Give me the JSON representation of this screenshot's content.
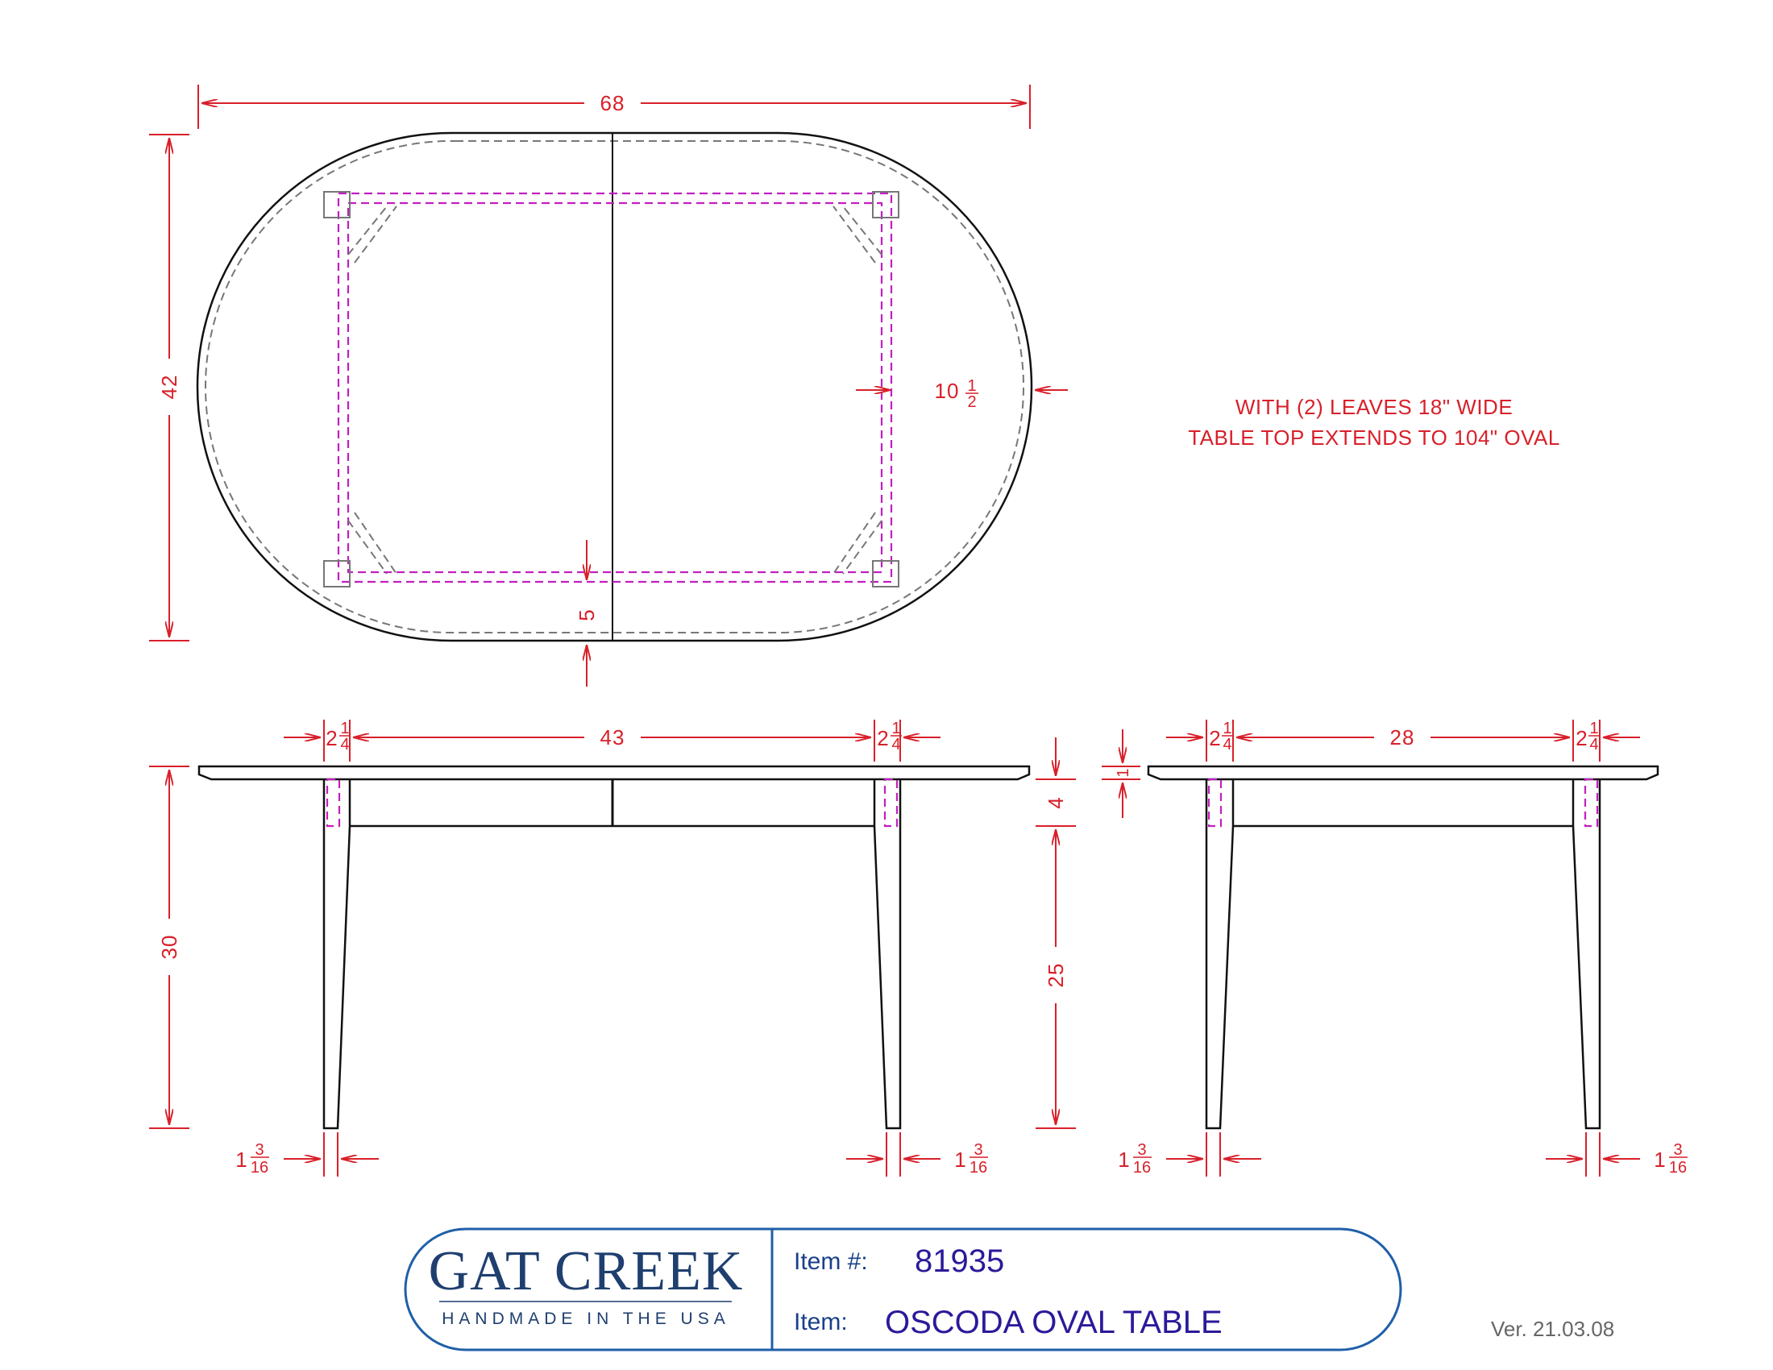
{
  "dimensions": {
    "top_width": "68",
    "top_depth": "42",
    "apron_inset": "10",
    "apron_inset_frac": [
      "1",
      "2"
    ],
    "side_inset": "5",
    "front_leg_left": "2",
    "front_leg_left_frac": [
      "1",
      "4"
    ],
    "front_between": "43",
    "front_leg_right": "2",
    "front_leg_right_frac": [
      "1",
      "4"
    ],
    "front_height": "30",
    "apron_height": "4",
    "leg_below_apron": "25",
    "foot_front_left": "1",
    "foot_front_left_frac": [
      "3",
      "16"
    ],
    "foot_front_right": "1",
    "foot_front_right_frac": [
      "3",
      "16"
    ],
    "side_leg_left": "2",
    "side_leg_left_frac": [
      "1",
      "4"
    ],
    "side_between": "28",
    "side_leg_right": "2",
    "side_leg_right_frac": [
      "1",
      "4"
    ],
    "top_thickness": "1",
    "foot_side_left": "1",
    "foot_side_left_frac": [
      "3",
      "16"
    ],
    "foot_side_right": "1",
    "foot_side_right_frac": [
      "3",
      "16"
    ]
  },
  "note": {
    "line1": "WITH (2) LEAVES 18\" WIDE",
    "line2": "TABLE TOP EXTENDS TO 104\" OVAL"
  },
  "title_block": {
    "logo_main": "GAT CREEK",
    "logo_sub": "HANDMADE IN THE USA",
    "item_number_label": "Item #:",
    "item_number": "81935",
    "item_label": "Item:",
    "item_name": "OSCODA OVAL TABLE"
  },
  "version": "Ver. 21.03.08",
  "colors": {
    "dimension": "#d8202a",
    "hidden_apron": "#c020c0",
    "title_block": "#1f5fa8"
  }
}
